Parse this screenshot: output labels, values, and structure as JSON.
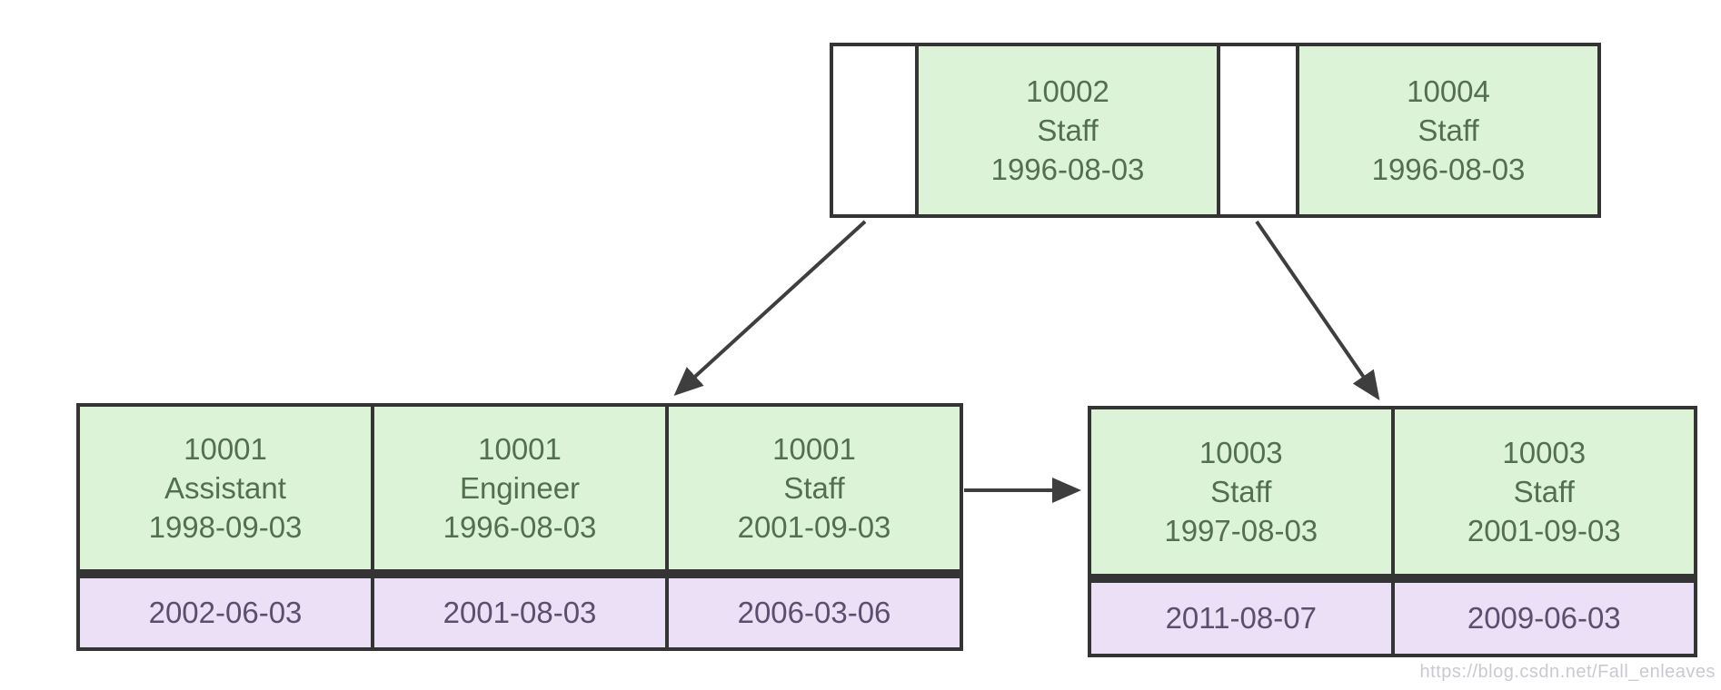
{
  "diagram": {
    "root_node": {
      "cells": [
        {
          "kind": "pointer"
        },
        {
          "kind": "record",
          "lines": [
            "10002",
            "Staff",
            "1996-08-03"
          ]
        },
        {
          "kind": "pointer"
        },
        {
          "kind": "record",
          "lines": [
            "10004",
            "Staff",
            "1996-08-03"
          ]
        }
      ]
    },
    "left_leaf": {
      "key_cells": [
        [
          "10001",
          "Assistant",
          "1998-09-03"
        ],
        [
          "10001",
          "Engineer",
          "1996-08-03"
        ],
        [
          "10001",
          "Staff",
          "2001-09-03"
        ]
      ],
      "value_cells": [
        "2002-06-03",
        "2001-08-03",
        "2006-03-06"
      ]
    },
    "right_leaf": {
      "key_cells": [
        [
          "10003",
          "Staff",
          "1997-08-03"
        ],
        [
          "10003",
          "Staff",
          "2001-09-03"
        ]
      ],
      "value_cells": [
        "2011-08-07",
        "2009-06-03"
      ]
    },
    "watermark": "https://blog.csdn.net/Fall_enleaves",
    "colors": {
      "key_fill": "#ddf3d8",
      "key_text": "#52704e",
      "value_fill": "#ece0f6",
      "value_text": "#5a4f6e",
      "border": "#343434",
      "arrow": "#3e3e3e",
      "watermark": "#cbc8d0"
    }
  }
}
